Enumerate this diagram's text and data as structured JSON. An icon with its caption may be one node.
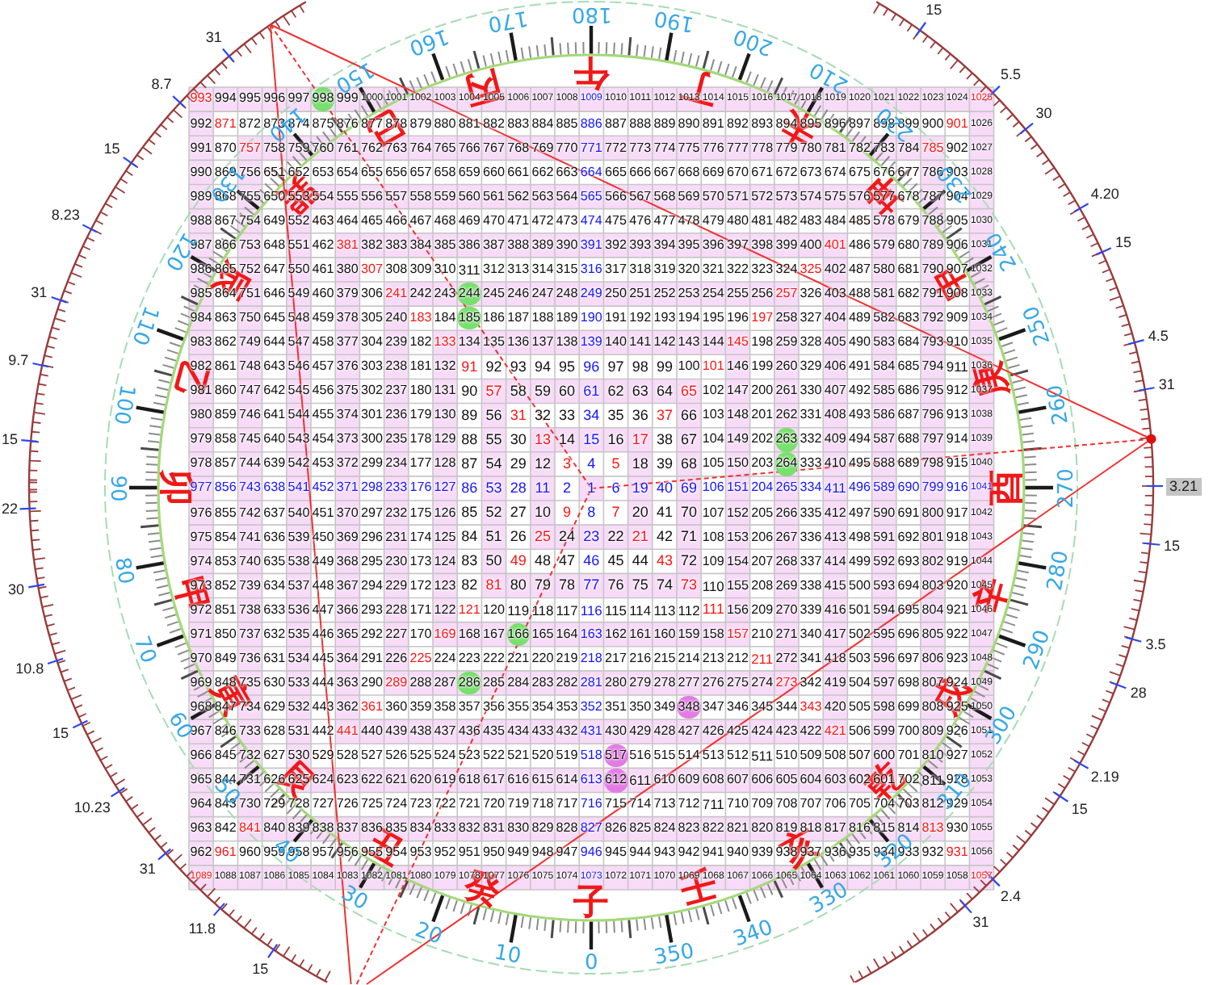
{
  "diagram": {
    "labels": [
      "31",
      "8.7",
      "15",
      "8.23",
      "31",
      "9.7",
      "15",
      "22",
      "30",
      "10.8",
      "15",
      "10.23",
      "31",
      "11.8",
      "15",
      "15",
      "5.5",
      "30",
      "4.20",
      "15",
      "4.5",
      "31",
      "3.21",
      "15",
      "3.5",
      "28",
      "2.19",
      "15",
      "2.4",
      "31",
      "150",
      "160",
      "170",
      "180",
      "190",
      "200",
      "210",
      "140",
      "220",
      "130",
      "230",
      "120",
      "240",
      "110",
      "250",
      "100",
      "260",
      "90",
      "270",
      "80",
      "280",
      "70",
      "290",
      "60",
      "300",
      "50",
      "310",
      "40",
      "320",
      "30",
      "20",
      "10",
      "0",
      "350",
      "340",
      "330",
      "巳",
      "丙",
      "午",
      "丁",
      "未",
      "巽",
      "坤",
      "辰",
      "申",
      "乙",
      "庚",
      "卯",
      "酉",
      "甲",
      "辛",
      "寅",
      "戌",
      "艮",
      "乾",
      "丑",
      "癸",
      "子",
      "壬",
      "亥",
      "993",
      "994",
      "995",
      "996",
      "997",
      "998",
      "999",
      "1000",
      "1001",
      "1002",
      "1003",
      "1004",
      "1005",
      "1006",
      "1007",
      "1008",
      "1009",
      "1010",
      "1011",
      "1012",
      "1013",
      "1014",
      "1015",
      "1016",
      "1017",
      "1018",
      "1019",
      "1020",
      "1021",
      "1022",
      "1023",
      "1024",
      "1025",
      "992",
      "871",
      "872",
      "873",
      "874",
      "875",
      "876",
      "877",
      "878",
      "879",
      "880",
      "881",
      "882",
      "883",
      "884",
      "885",
      "886",
      "887",
      "888",
      "889",
      "890",
      "891",
      "892",
      "893",
      "894",
      "895",
      "896",
      "897",
      "898",
      "899",
      "900",
      "901",
      "1026",
      "991",
      "870",
      "757",
      "758",
      "759",
      "760",
      "761",
      "762",
      "763",
      "764",
      "765",
      "766",
      "767",
      "768",
      "769",
      "770",
      "771",
      "772",
      "773",
      "774",
      "775",
      "776",
      "777",
      "778",
      "779",
      "780",
      "781",
      "782",
      "783",
      "784",
      "785",
      "902",
      "1027",
      "990",
      "869",
      "756",
      "651",
      "652",
      "653",
      "654",
      "655",
      "656",
      "657",
      "658",
      "659",
      "660",
      "661",
      "662",
      "663",
      "664",
      "665",
      "666",
      "667",
      "668",
      "669",
      "670",
      "671",
      "672",
      "673",
      "674",
      "675",
      "676",
      "677",
      "786",
      "903",
      "1028",
      "989",
      "868",
      "755",
      "650",
      "553",
      "554",
      "555",
      "556",
      "557",
      "558",
      "559",
      "560",
      "561",
      "562",
      "563",
      "564",
      "565",
      "566",
      "567",
      "568",
      "569",
      "570",
      "571",
      "572",
      "573",
      "574",
      "575",
      "576",
      "577",
      "678",
      "787",
      "904",
      "1029",
      "988",
      "867",
      "754",
      "649",
      "552",
      "463",
      "464",
      "465",
      "466",
      "467",
      "468",
      "469",
      "470",
      "471",
      "472",
      "473",
      "474",
      "475",
      "476",
      "477",
      "478",
      "479",
      "480",
      "481",
      "482",
      "483",
      "484",
      "485",
      "578",
      "679",
      "788",
      "905",
      "1030",
      "987",
      "866",
      "753",
      "648",
      "551",
      "462",
      "381",
      "382",
      "383",
      "384",
      "385",
      "386",
      "387",
      "388",
      "389",
      "390",
      "391",
      "392",
      "393",
      "394",
      "395",
      "396",
      "397",
      "398",
      "399",
      "400",
      "401",
      "486",
      "579",
      "680",
      "789",
      "906",
      "1031",
      "986",
      "865",
      "752",
      "647",
      "550",
      "461",
      "380",
      "307",
      "308",
      "309",
      "310",
      "311",
      "312",
      "313",
      "314",
      "315",
      "316",
      "317",
      "318",
      "319",
      "320",
      "321",
      "322",
      "323",
      "324",
      "325",
      "402",
      "487",
      "580",
      "681",
      "790",
      "907",
      "1032",
      "985",
      "864",
      "751",
      "646",
      "549",
      "460",
      "379",
      "306",
      "241",
      "242",
      "243",
      "244",
      "245",
      "246",
      "247",
      "248",
      "249",
      "250",
      "251",
      "252",
      "253",
      "254",
      "255",
      "256",
      "257",
      "326",
      "403",
      "488",
      "581",
      "682",
      "791",
      "908",
      "1033",
      "984",
      "863",
      "750",
      "645",
      "548",
      "459",
      "378",
      "305",
      "240",
      "183",
      "184",
      "185",
      "186",
      "187",
      "188",
      "189",
      "190",
      "191",
      "192",
      "193",
      "194",
      "195",
      "196",
      "197",
      "258",
      "327",
      "404",
      "489",
      "582",
      "683",
      "792",
      "909",
      "1034",
      "983",
      "862",
      "749",
      "644",
      "547",
      "458",
      "377",
      "304",
      "239",
      "182",
      "133",
      "134",
      "135",
      "136",
      "137",
      "138",
      "139",
      "140",
      "141",
      "142",
      "143",
      "144",
      "145",
      "198",
      "259",
      "328",
      "405",
      "490",
      "583",
      "684",
      "793",
      "910",
      "1035",
      "982",
      "861",
      "748",
      "643",
      "546",
      "457",
      "376",
      "303",
      "238",
      "181",
      "132",
      "91",
      "92",
      "93",
      "94",
      "95",
      "96",
      "97",
      "98",
      "99",
      "100",
      "101",
      "146",
      "199",
      "260",
      "329",
      "406",
      "491",
      "584",
      "685",
      "794",
      "911",
      "1036",
      "981",
      "860",
      "747",
      "642",
      "545",
      "456",
      "375",
      "302",
      "237",
      "180",
      "131",
      "90",
      "57",
      "58",
      "59",
      "60",
      "61",
      "62",
      "63",
      "64",
      "65",
      "102",
      "147",
      "200",
      "261",
      "330",
      "407",
      "492",
      "585",
      "686",
      "795",
      "912",
      "1037",
      "980",
      "859",
      "746",
      "641",
      "544",
      "455",
      "374",
      "301",
      "236",
      "179",
      "130",
      "89",
      "56",
      "31",
      "32",
      "33",
      "34",
      "35",
      "36",
      "37",
      "66",
      "103",
      "148",
      "201",
      "262",
      "331",
      "408",
      "493",
      "586",
      "687",
      "796",
      "913",
      "1038",
      "979",
      "858",
      "745",
      "640",
      "543",
      "454",
      "373",
      "300",
      "235",
      "178",
      "129",
      "88",
      "55",
      "30",
      "13",
      "14",
      "15",
      "16",
      "17",
      "38",
      "67",
      "104",
      "149",
      "202",
      "263",
      "332",
      "409",
      "494",
      "587",
      "688",
      "797",
      "914",
      "1039",
      "978",
      "857",
      "744",
      "639",
      "542",
      "453",
      "372",
      "299",
      "234",
      "177",
      "128",
      "87",
      "54",
      "29",
      "12",
      "3",
      "4",
      "5",
      "18",
      "39",
      "68",
      "105",
      "150",
      "203",
      "264",
      "333",
      "410",
      "495",
      "588",
      "689",
      "798",
      "915",
      "1040",
      "977",
      "856",
      "743",
      "638",
      "541",
      "452",
      "371",
      "298",
      "233",
      "176",
      "127",
      "86",
      "53",
      "28",
      "11",
      "2",
      "1",
      "6",
      "19",
      "40",
      "69",
      "106",
      "151",
      "204",
      "265",
      "334",
      "411",
      "496",
      "589",
      "690",
      "799",
      "916",
      "1041",
      "976",
      "855",
      "742",
      "637",
      "540",
      "451",
      "370",
      "297",
      "232",
      "175",
      "126",
      "85",
      "52",
      "27",
      "10",
      "9",
      "8",
      "7",
      "20",
      "41",
      "70",
      "107",
      "152",
      "205",
      "266",
      "335",
      "412",
      "497",
      "590",
      "691",
      "800",
      "917",
      "1042",
      "975",
      "854",
      "741",
      "636",
      "539",
      "450",
      "369",
      "296",
      "231",
      "174",
      "125",
      "84",
      "51",
      "26",
      "25",
      "24",
      "23",
      "22",
      "21",
      "42",
      "71",
      "108",
      "153",
      "206",
      "267",
      "336",
      "413",
      "498",
      "591",
      "692",
      "801",
      "918",
      "1043",
      "974",
      "853",
      "740",
      "635",
      "538",
      "449",
      "368",
      "295",
      "230",
      "173",
      "124",
      "83",
      "50",
      "49",
      "48",
      "47",
      "46",
      "45",
      "44",
      "43",
      "72",
      "109",
      "154",
      "207",
      "268",
      "337",
      "414",
      "499",
      "592",
      "693",
      "802",
      "919",
      "1044",
      "973",
      "852",
      "739",
      "634",
      "537",
      "448",
      "367",
      "294",
      "229",
      "172",
      "123",
      "82",
      "81",
      "80",
      "79",
      "78",
      "77",
      "76",
      "75",
      "74",
      "73",
      "110",
      "155",
      "208",
      "269",
      "338",
      "415",
      "500",
      "593",
      "694",
      "803",
      "920",
      "1045",
      "972",
      "851",
      "738",
      "633",
      "536",
      "447",
      "366",
      "293",
      "228",
      "171",
      "122",
      "121",
      "120",
      "119",
      "118",
      "117",
      "116",
      "115",
      "114",
      "113",
      "112",
      "111",
      "156",
      "209",
      "270",
      "339",
      "416",
      "501",
      "594",
      "695",
      "804",
      "921",
      "1046",
      "971",
      "850",
      "737",
      "632",
      "535",
      "446",
      "365",
      "292",
      "227",
      "170",
      "169",
      "168",
      "167",
      "166",
      "165",
      "164",
      "163",
      "162",
      "161",
      "160",
      "159",
      "158",
      "157",
      "210",
      "271",
      "340",
      "417",
      "502",
      "595",
      "696",
      "805",
      "922",
      "1047",
      "970",
      "849",
      "736",
      "631",
      "534",
      "445",
      "364",
      "291",
      "226",
      "225",
      "224",
      "223",
      "222",
      "221",
      "220",
      "219",
      "218",
      "217",
      "216",
      "215",
      "214",
      "213",
      "212",
      "211",
      "272",
      "341",
      "418",
      "503",
      "596",
      "697",
      "806",
      "923",
      "1048",
      "969",
      "848",
      "735",
      "630",
      "533",
      "444",
      "363",
      "290",
      "289",
      "288",
      "287",
      "286",
      "285",
      "284",
      "283",
      "282",
      "281",
      "280",
      "279",
      "278",
      "277",
      "276",
      "275",
      "274",
      "273",
      "342",
      "419",
      "504",
      "597",
      "698",
      "807",
      "924",
      "1049",
      "968",
      "847",
      "734",
      "629",
      "532",
      "443",
      "362",
      "361",
      "360",
      "359",
      "358",
      "357",
      "356",
      "355",
      "354",
      "353",
      "352",
      "351",
      "350",
      "349",
      "348",
      "347",
      "346",
      "345",
      "344",
      "343",
      "420",
      "505",
      "598",
      "699",
      "808",
      "925",
      "1050",
      "967",
      "846",
      "733",
      "628",
      "531",
      "442",
      "441",
      "440",
      "439",
      "438",
      "437",
      "436",
      "435",
      "434",
      "433",
      "432",
      "431",
      "430",
      "429",
      "428",
      "427",
      "426",
      "425",
      "424",
      "423",
      "422",
      "421",
      "506",
      "599",
      "700",
      "809",
      "926",
      "1051",
      "966",
      "845",
      "732",
      "627",
      "530",
      "529",
      "528",
      "527",
      "526",
      "525",
      "524",
      "523",
      "522",
      "521",
      "520",
      "519",
      "518",
      "517",
      "516",
      "515",
      "514",
      "513",
      "512",
      "511",
      "510",
      "509",
      "508",
      "507",
      "600",
      "701",
      "810",
      "927",
      "1052",
      "965",
      "844",
      "731",
      "626",
      "625",
      "624",
      "623",
      "622",
      "621",
      "620",
      "619",
      "618",
      "617",
      "616",
      "615",
      "614",
      "613",
      "612",
      "611",
      "610",
      "609",
      "608",
      "607",
      "606",
      "605",
      "604",
      "603",
      "602",
      "601",
      "702",
      "811",
      "928",
      "1053",
      "964",
      "843",
      "730",
      "729",
      "728",
      "727",
      "726",
      "725",
      "724",
      "723",
      "722",
      "721",
      "720",
      "719",
      "718",
      "717",
      "716",
      "715",
      "714",
      "713",
      "712",
      "711",
      "710",
      "709",
      "708",
      "707",
      "706",
      "705",
      "704",
      "703",
      "812",
      "929",
      "1054",
      "963",
      "842",
      "841",
      "840",
      "839",
      "838",
      "837",
      "836",
      "835",
      "834",
      "833",
      "832",
      "831",
      "830",
      "829",
      "828",
      "827",
      "826",
      "825",
      "824",
      "823",
      "822",
      "821",
      "820",
      "819",
      "818",
      "817",
      "816",
      "815",
      "814",
      "813",
      "930",
      "1055",
      "962",
      "961",
      "960",
      "959",
      "958",
      "957",
      "956",
      "955",
      "954",
      "953",
      "952",
      "951",
      "950",
      "949",
      "948",
      "947",
      "946",
      "945",
      "944",
      "943",
      "942",
      "941",
      "940",
      "939",
      "938",
      "937",
      "936",
      "935",
      "934",
      "933",
      "932",
      "931",
      "1056",
      "1089",
      "1088",
      "1087",
      "1086",
      "1085",
      "1084",
      "1083",
      "1082",
      "1081",
      "1080",
      "1079",
      "1078",
      "1077",
      "1076",
      "1075",
      "1074",
      "1073",
      "1072",
      "1071",
      "1070",
      "1069",
      "1068",
      "1067",
      "1066",
      "1065",
      "1064",
      "1063",
      "1062",
      "1061",
      "1060",
      "1059",
      "1058",
      "1057"
    ]
  }
}
